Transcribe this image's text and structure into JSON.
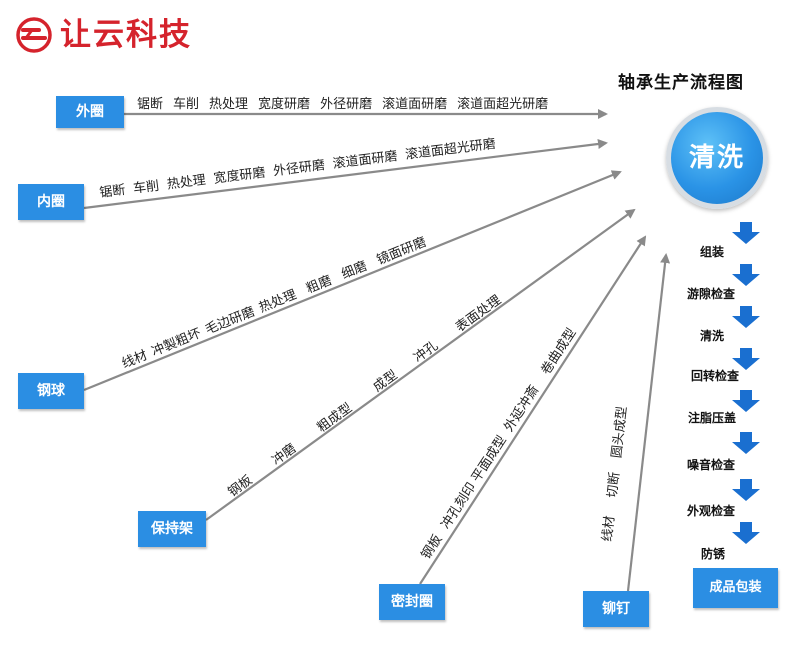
{
  "brand": {
    "name": "让云科技",
    "color": "#d5232c"
  },
  "title": "轴承生产流程图",
  "center_node": "清洗",
  "accent_color": "#2b8ee3",
  "branches": [
    {
      "id": "outer-ring",
      "label": "外圈",
      "processes": [
        "锯断",
        "车削",
        "热处理",
        "宽度研磨",
        "外径研磨",
        "滚道面研磨",
        "滚道面超光研磨"
      ]
    },
    {
      "id": "inner-ring",
      "label": "内圈",
      "processes": [
        "锯断",
        "车削",
        "热处理",
        "宽度研磨",
        "外径研磨",
        "滚道面研磨",
        "滚道面超光研磨"
      ]
    },
    {
      "id": "steel-ball",
      "label": "钢球",
      "processes": [
        "线材",
        "冲製粗坏",
        "毛边研磨",
        "热处理",
        "粗磨",
        "细磨",
        "镜面研磨"
      ]
    },
    {
      "id": "cage",
      "label": "保持架",
      "processes": [
        "钢板",
        "冲磨",
        "粗成型",
        "成型",
        "冲孔",
        "表面处理"
      ]
    },
    {
      "id": "seal",
      "label": "密封圈",
      "processes": [
        "钢板",
        "冲孔刻印",
        "平面成型",
        "外延冲斎",
        "卷曲成型"
      ]
    },
    {
      "id": "rivet",
      "label": "铆钉",
      "processes": [
        "线材",
        "切断",
        "圆头成型"
      ]
    }
  ],
  "steps": [
    "组装",
    "游隙检查",
    "清洗",
    "回转检查",
    "注脂压盖",
    "噪音检查",
    "外观检查",
    "防锈"
  ],
  "final_step": "成品包装"
}
